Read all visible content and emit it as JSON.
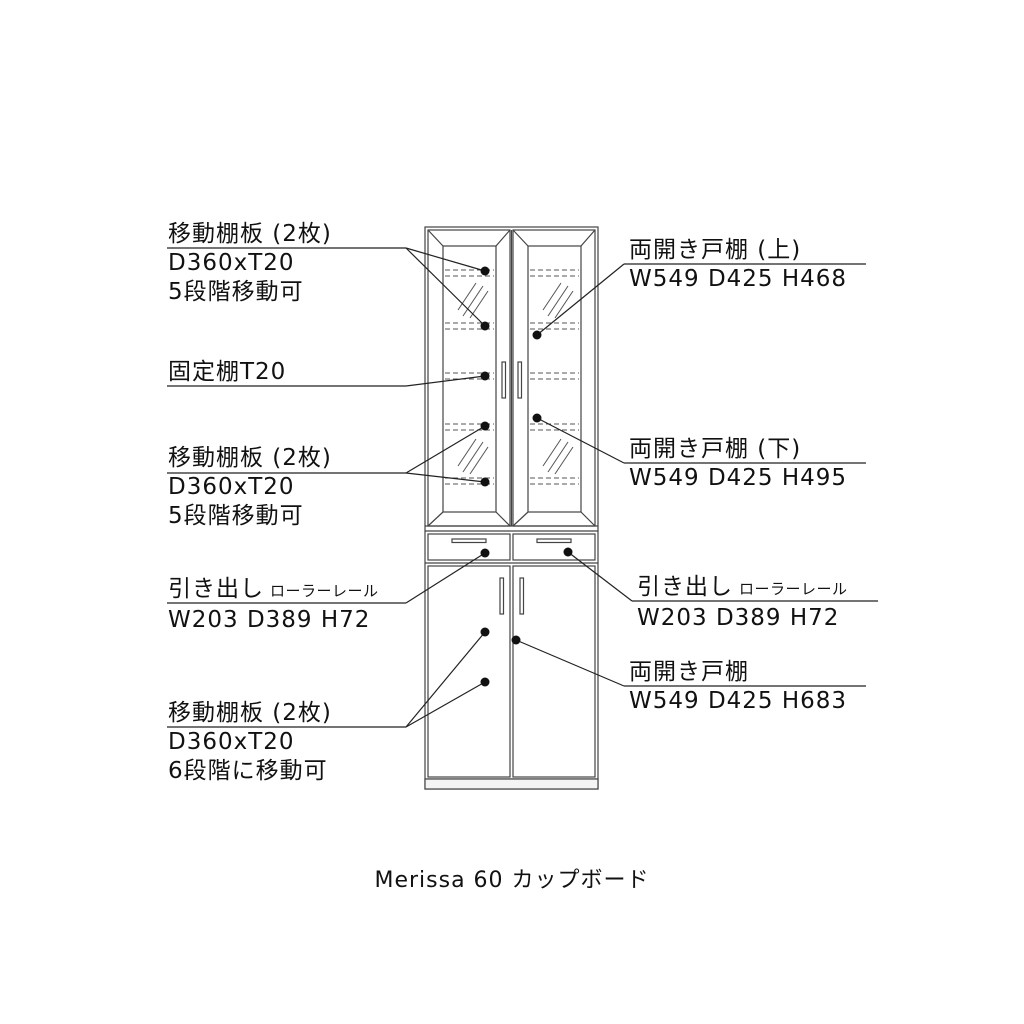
{
  "labels": {
    "left_upper_shelf": {
      "title": "移動棚板 (2枚)",
      "dims": "D360xT20",
      "note": "5段階移動可"
    },
    "fixed_shelf": {
      "title": "固定棚T20"
    },
    "left_middle_shelf": {
      "title": "移動棚板 (2枚)",
      "dims": "D360xT20",
      "note": "5段階移動可"
    },
    "drawer_left": {
      "title": "引き出し",
      "sub": "ローラーレール",
      "dims": "W203 D389 H72"
    },
    "left_lower_shelf": {
      "title": "移動棚板 (2枚)",
      "dims": "D360xT20",
      "note": "6段階に移動可"
    },
    "upper_door_cabinet": {
      "title": "両開き戸棚 (上)",
      "dims": "W549 D425 H468"
    },
    "lower_glass_cabinet": {
      "title": "両開き戸棚 (下)",
      "dims": "W549 D425 H495"
    },
    "drawer_right": {
      "title": "引き出し",
      "sub": "ローラーレール",
      "dims": "W203 D389 H72"
    },
    "bottom_door_cabinet": {
      "title": "両開き戸棚",
      "dims": "W549 D425 H683"
    }
  },
  "caption": "Merissa 60 カップボード"
}
